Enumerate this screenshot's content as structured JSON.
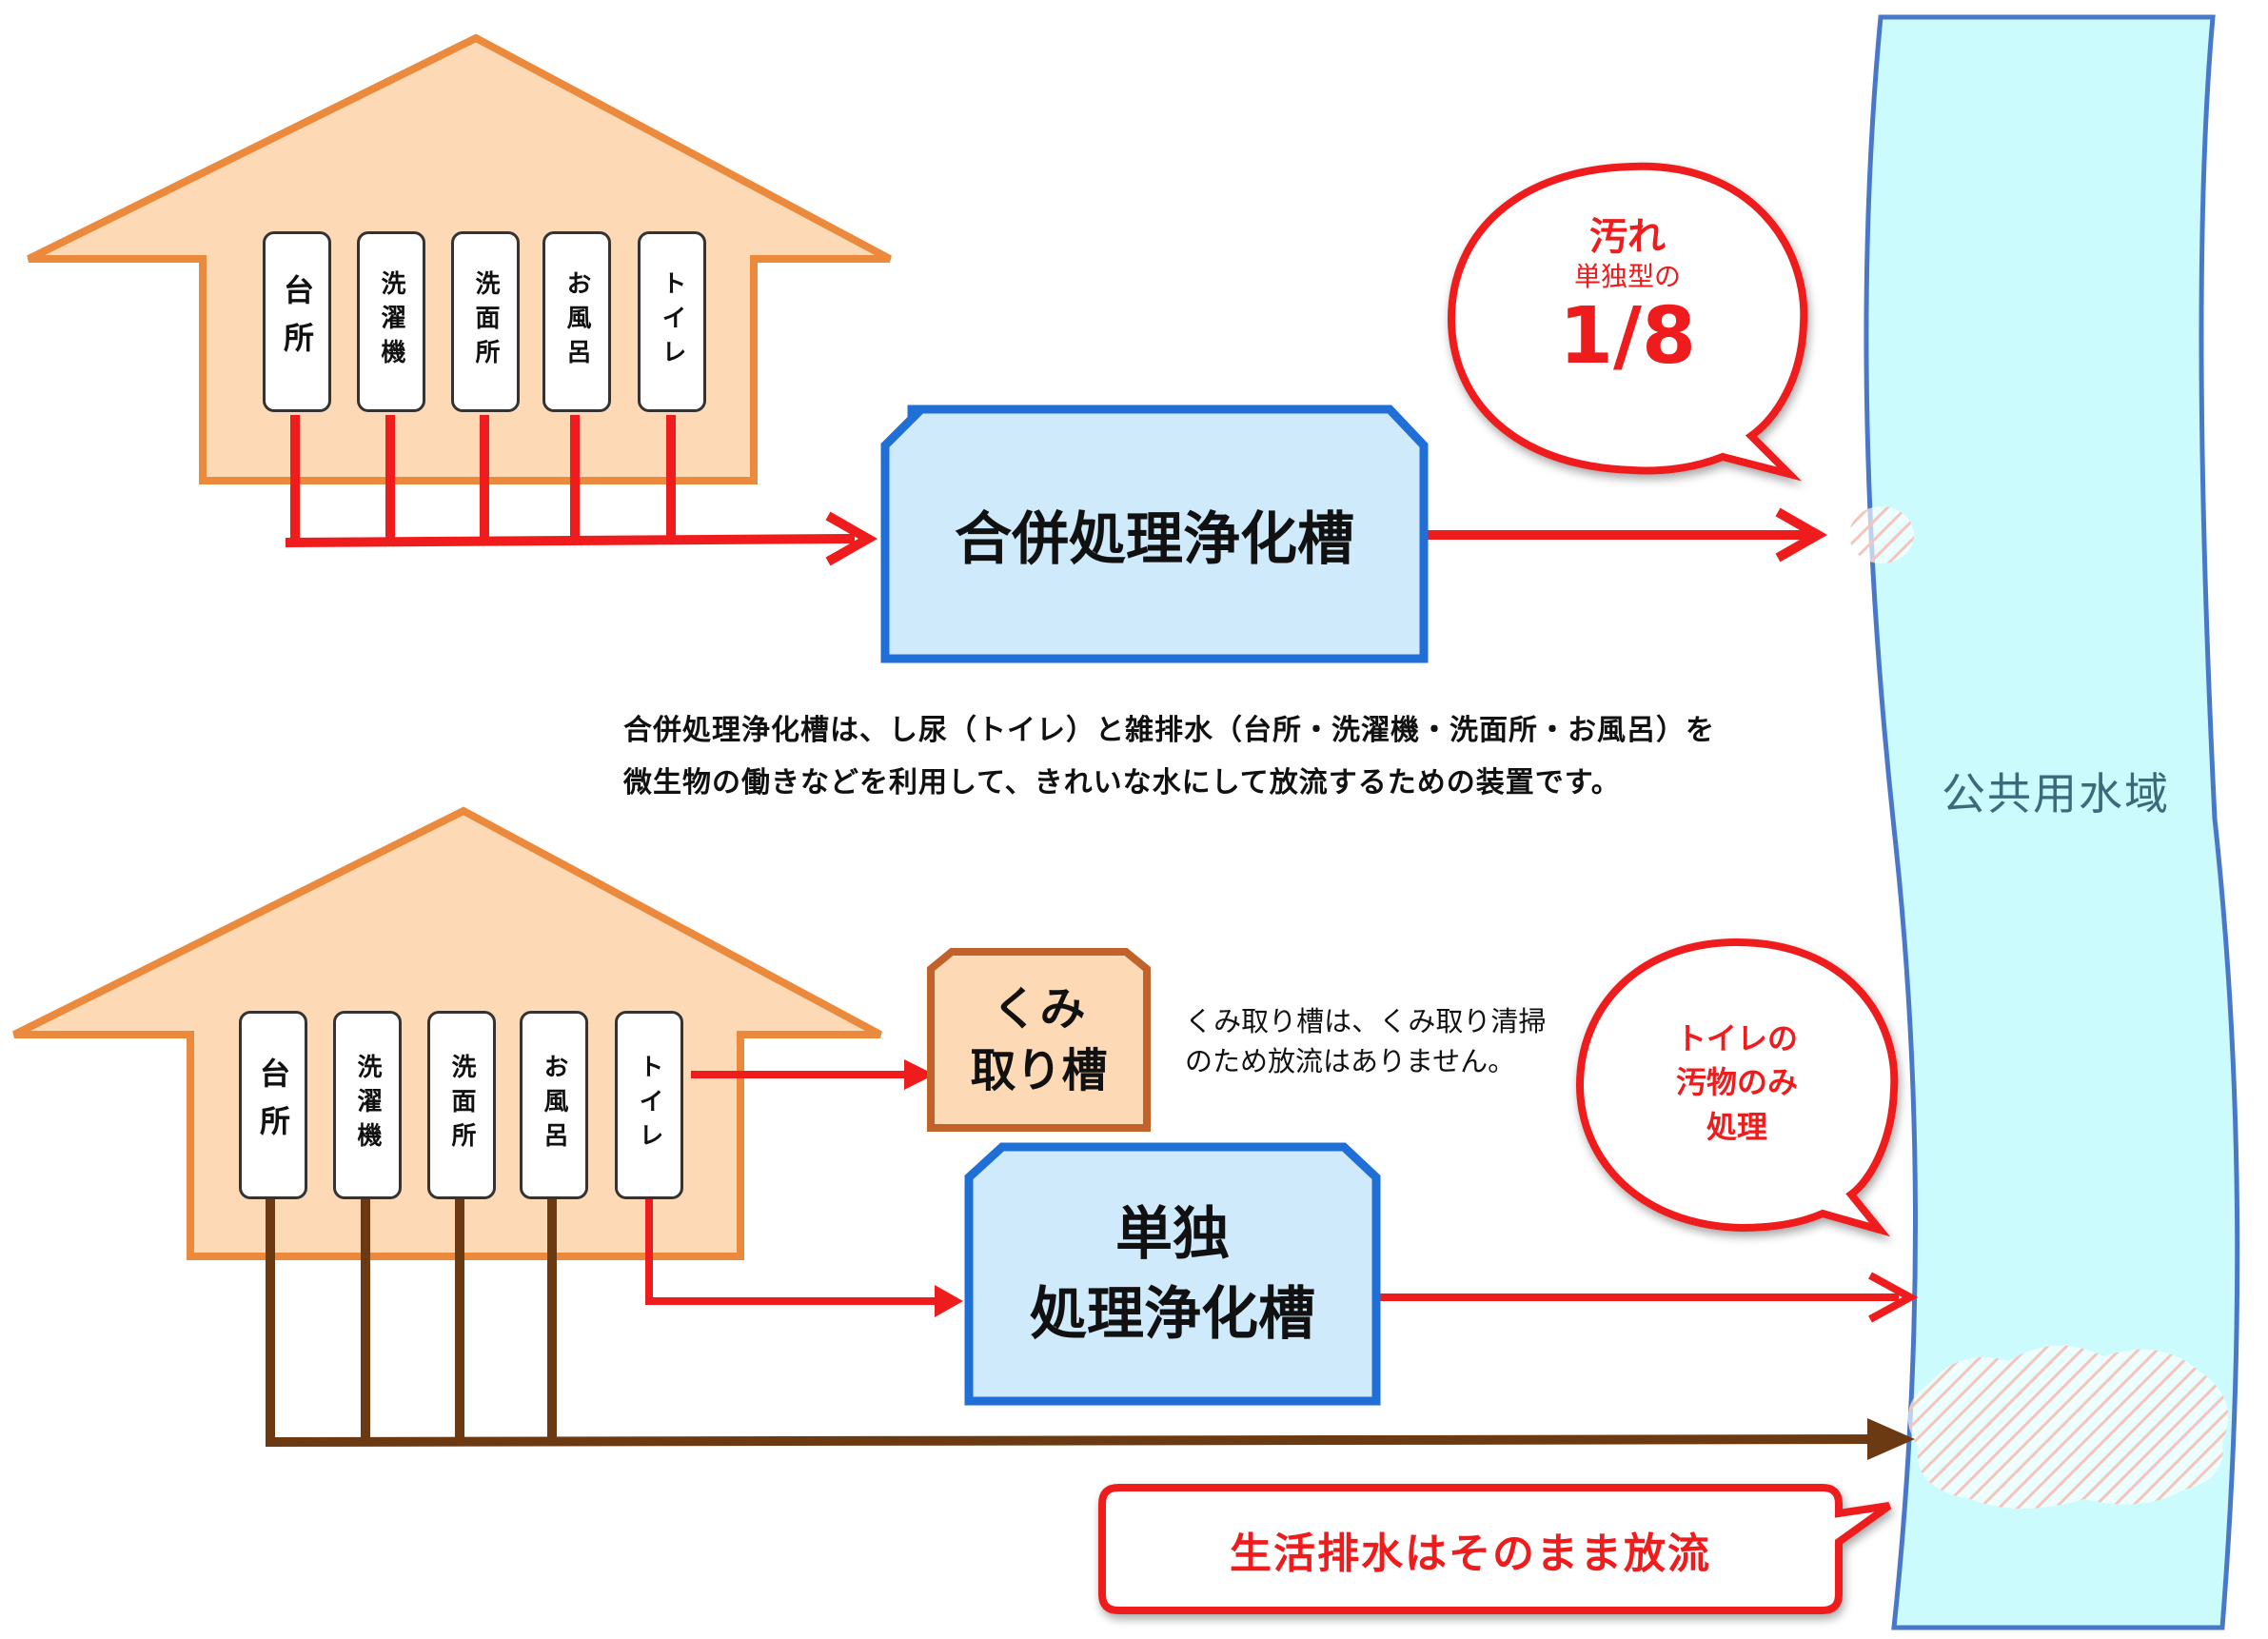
{
  "house_top": {
    "rooms": [
      "台所",
      "洗濯機",
      "洗面所",
      "お風呂",
      "トイレ"
    ]
  },
  "house_bottom": {
    "rooms": [
      "台所",
      "洗濯機",
      "洗面所",
      "お風呂",
      "トイレ"
    ]
  },
  "tanks": {
    "combined": "合併処理浄化槽",
    "kumitori_line1": "くみ",
    "kumitori_line2": "取り槽",
    "single_line1": "単独",
    "single_line2": "処理浄化槽"
  },
  "description": {
    "line1": "合併処理浄化槽は、し尿（トイレ）と雑排水（台所・洗濯機・洗面所・お風呂）を",
    "line2": "微生物の働きなどを利用して、きれいな水にして放流するための装置です。"
  },
  "kumitori_note": {
    "line1": "くみ取り槽は、くみ取り清掃",
    "line2": "のため放流はありません。"
  },
  "bubble_top": {
    "title": "汚れ",
    "sub": "単独型の",
    "value": "1/8"
  },
  "bubble_bottom": {
    "line1": "トイレの",
    "line2": "汚物のみ",
    "line3": "処理"
  },
  "callout": "生活排水はそのまま放流",
  "river_label": "公共用水域",
  "colors": {
    "house_fill": "#fdd9b5",
    "house_stroke": "#eb8a3c",
    "pipe_red": "#ee1c1c",
    "pipe_brown": "#6b3a12",
    "tank_fill": "#cfeafb",
    "tank_stroke": "#1f6fd6",
    "river_fill": "#ccfbfd",
    "river_stroke": "#4a78c8"
  }
}
